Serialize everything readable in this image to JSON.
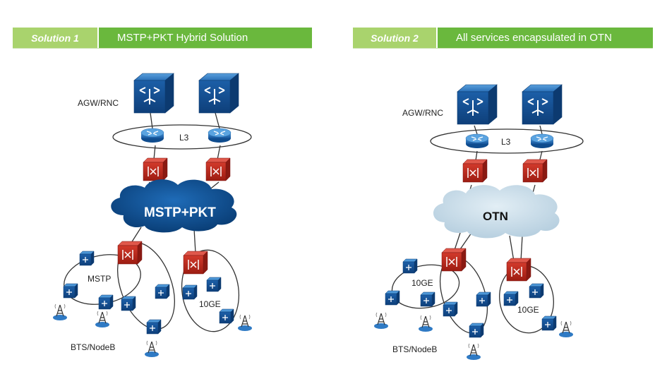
{
  "solution1": {
    "tag": "Solution 1",
    "title": "MSTP+PKT Hybrid Solution",
    "core_label": "AGW/RNC",
    "l3_label": "L3",
    "cloud_label": "MSTP+PKT",
    "ring_label": "MSTP",
    "ring2_label": "10GE",
    "bts_label": "BTS/NodeB"
  },
  "solution2": {
    "tag": "Solution 2",
    "title": "All services encapsulated in OTN",
    "core_label": "AGW/RNC",
    "l3_label": "L3",
    "cloud_label": "OTN",
    "ring_label": "10GE",
    "ring2_label": "10GE",
    "bts_label": "BTS/NodeB"
  },
  "colors": {
    "banner_light": "#a9d36d",
    "banner_dark": "#6ab83d",
    "cloud_dark": "#0d4d8f",
    "cloud_light": "#c9dde9",
    "otn_red": "#c4271b",
    "switch_blue": "#1f66b0"
  }
}
